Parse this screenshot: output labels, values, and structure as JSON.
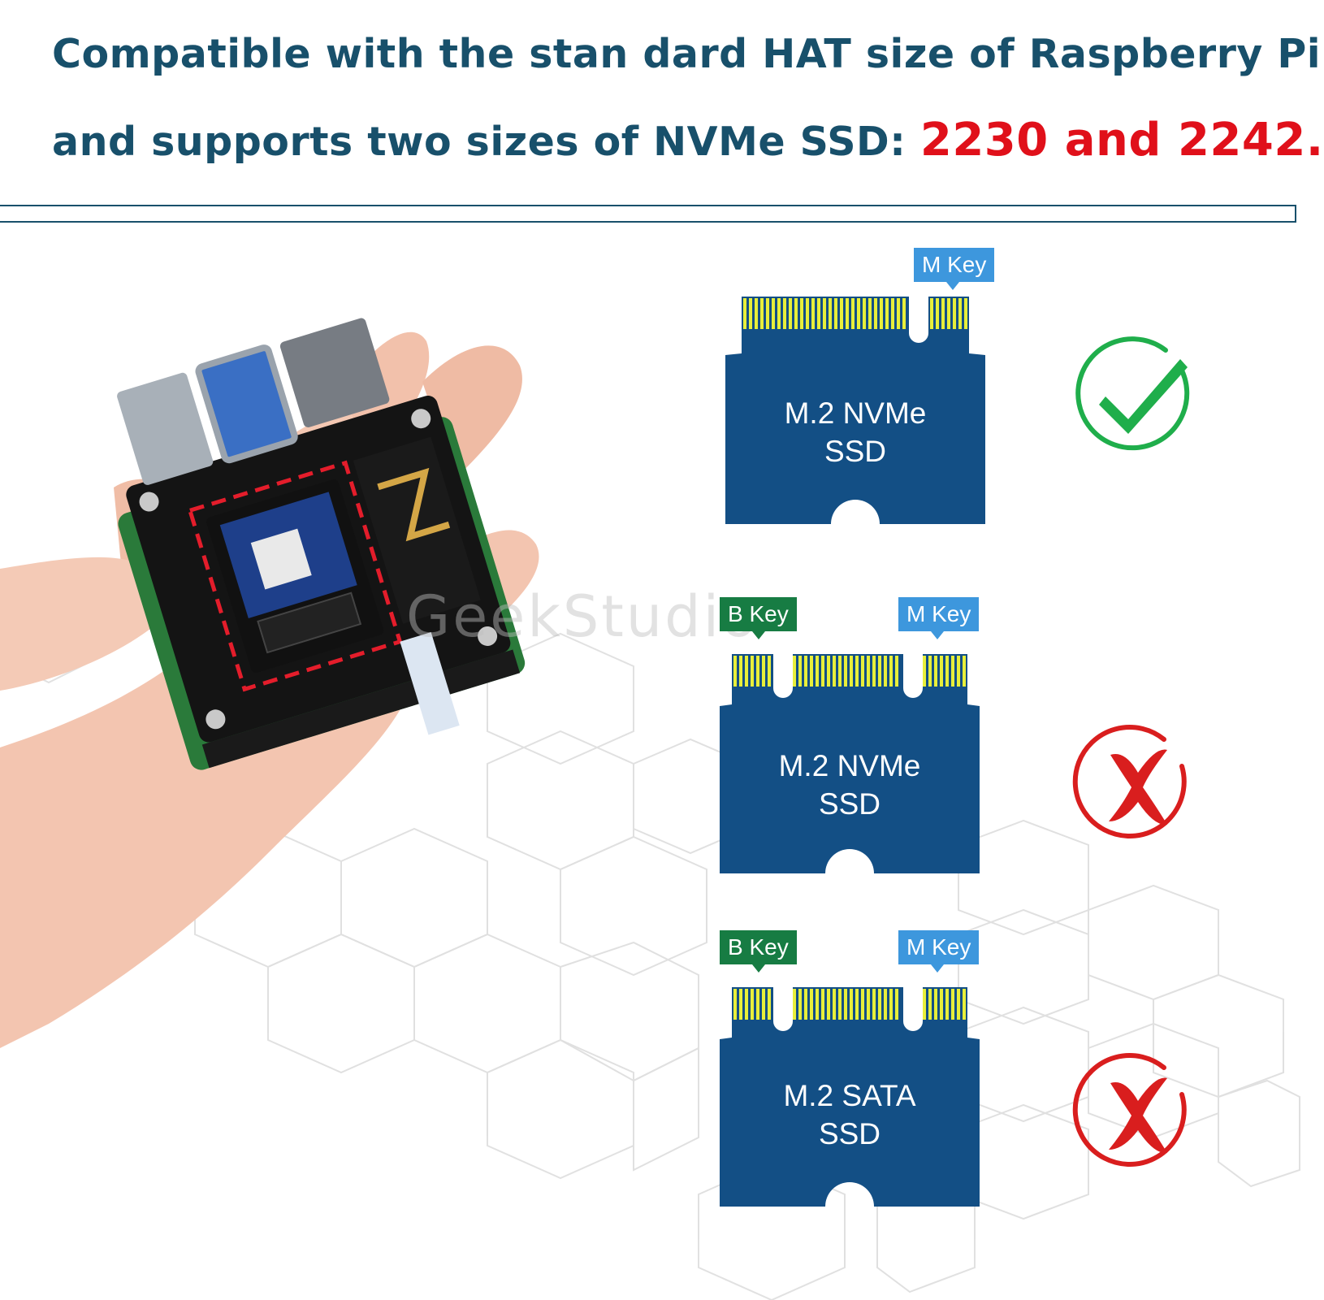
{
  "headline": {
    "line1": "Compatible with the stan dard HAT size of Raspberry Pi",
    "line2_prefix": "and supports two sizes of NVMe SSD: ",
    "line2_highlight": "2230 and 2242."
  },
  "watermark": "GeekStudio",
  "cards": [
    {
      "line1": "M.2 NVMe",
      "line2": "SSD",
      "keys": [
        "M Key"
      ],
      "status": "check-icon"
    },
    {
      "line1": "M.2 NVMe",
      "line2": "SSD",
      "keys": [
        "B Key",
        "M Key"
      ],
      "status": "cross-icon"
    },
    {
      "line1": "M.2 SATA",
      "line2": "SSD",
      "keys": [
        "B Key",
        "M Key"
      ],
      "status": "cross-icon"
    }
  ],
  "colors": {
    "headline": "#18506b",
    "highlight": "#e0101a",
    "card": "#134f85",
    "m_key": "#3d97dd",
    "b_key": "#177c43",
    "pins": "#e8ef3a",
    "check": "#1fae4b",
    "cross": "#d91e1e"
  }
}
